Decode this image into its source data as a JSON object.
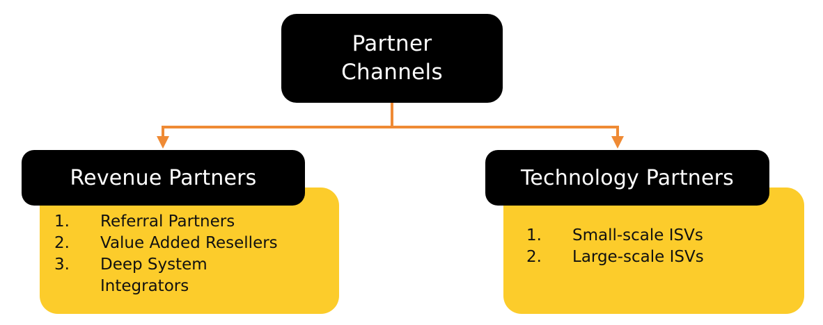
{
  "diagram": {
    "root": {
      "title": "Partner Channels"
    },
    "children": [
      {
        "title": "Revenue Partners",
        "items": [
          {
            "number": "1.",
            "label": "Referral Partners"
          },
          {
            "number": "2.",
            "label": "Value Added Resellers"
          },
          {
            "number": "3.",
            "label": "Deep System Integrators"
          }
        ]
      },
      {
        "title": "Technology Partners",
        "items": [
          {
            "number": "1.",
            "label": "Small-scale ISVs"
          },
          {
            "number": "2.",
            "label": "Large-scale ISVs"
          }
        ]
      }
    ]
  },
  "colors": {
    "box_fill": "#000000",
    "box_text": "#ffffff",
    "panel_fill": "#fccc2b",
    "connector": "#ef8a34"
  }
}
